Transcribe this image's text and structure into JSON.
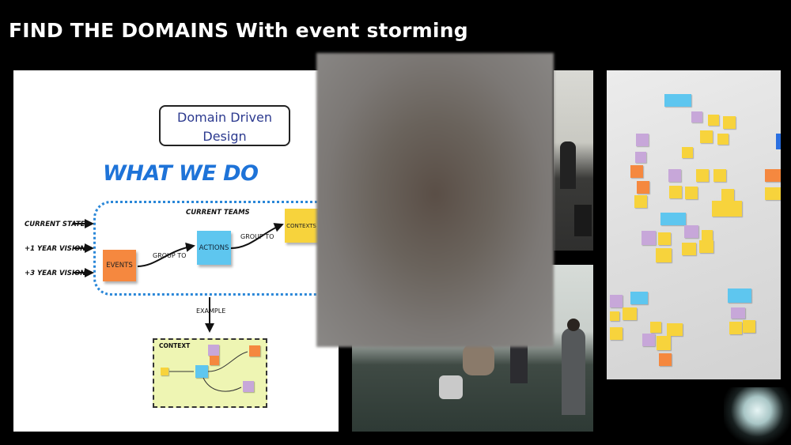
{
  "slide": {
    "title": "FIND THE DOMAINS With event storming"
  },
  "diagram": {
    "ddd_label": "Domain Driven Design",
    "heading": "WHAT WE DO",
    "inputs": [
      "CURRENT STATE",
      "+1 YEAR VISION",
      "+3 YEAR VISION"
    ],
    "teams_label": "CURRENT TEAMS",
    "events": "EVENTS",
    "actions": "ACTIONS",
    "contexts": "CONTEXTS",
    "group_to_1": "GROUP TO",
    "group_to_2": "GROUP TO",
    "example": "EXAMPLE",
    "context_box": "CONTEXT"
  },
  "colors": {
    "events": "#f5883f",
    "actions": "#5ec6ef",
    "contexts": "#f7d33c",
    "heading": "#1e73d8",
    "ddd_text": "#2c3a8f"
  }
}
